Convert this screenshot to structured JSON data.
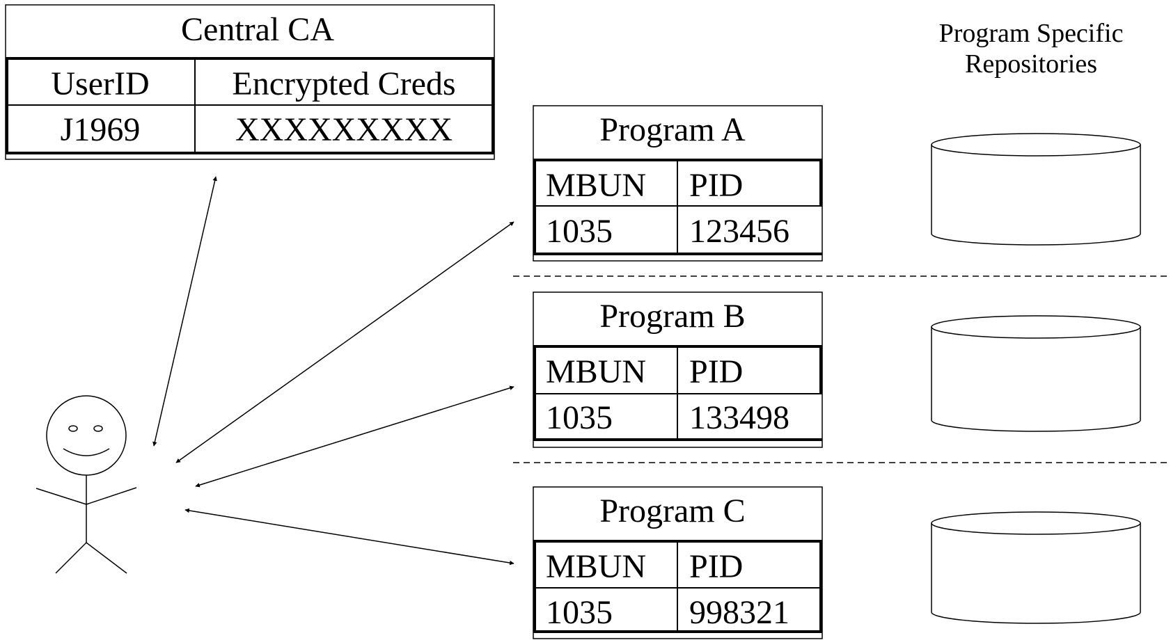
{
  "central_ca": {
    "title": "Central CA",
    "headers": [
      "UserID",
      "Encrypted Creds"
    ],
    "row": [
      "J1969",
      "XXXXXXXXX"
    ]
  },
  "repositories": {
    "label_line1": "Program Specific",
    "label_line2": "Repositories"
  },
  "programs": [
    {
      "title": "Program A",
      "headers": [
        "MBUN",
        "PID"
      ],
      "row": [
        "1035",
        "123456"
      ]
    },
    {
      "title": "Program B",
      "headers": [
        "MBUN",
        "PID"
      ],
      "row": [
        "1035",
        "133498"
      ]
    },
    {
      "title": "Program C",
      "headers": [
        "MBUN",
        "PID"
      ],
      "row": [
        "1035",
        "998321"
      ]
    }
  ]
}
